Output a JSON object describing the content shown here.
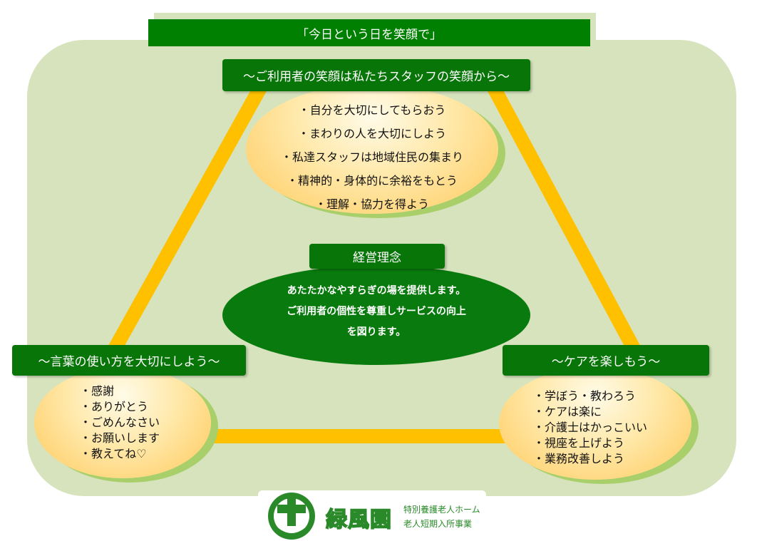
{
  "title": "「今日という日を笑顔で」",
  "top": {
    "label": "〜ご利用者の笑顔は私たちスタッフの笑顔から〜",
    "items": [
      "・自分を大切にしてもらおう",
      "・まわりの人を大切にしよう",
      "・私達スタッフは地域住民の集まり",
      "・精神的・身体的に余裕をもとう",
      "・理解・協力を得よう"
    ]
  },
  "center": {
    "label": "経営理念",
    "lines": [
      "あたたかなやすらぎの場を提供します。",
      "ご利用者の個性を尊重しサービスの向上",
      "を図ります。"
    ]
  },
  "left": {
    "label": "〜言葉の使い方を大切にしよう〜",
    "items": [
      "・感謝",
      "・ありがとう",
      "・ごめんなさい",
      "・お願いします",
      "・教えてね♡"
    ]
  },
  "right": {
    "label": "〜ケアを楽しもう〜",
    "items": [
      "・学ぼう・教わろう",
      "・ケアは楽に",
      "・介護士はかっこいい",
      "・視座を上げよう",
      "・業務改善しよう"
    ]
  },
  "logo": {
    "name": "緑風園",
    "sub1": "特別養護老人ホーム",
    "sub2": "老人短期入所事業"
  },
  "colors": {
    "panel": "#d6e3bc",
    "green": "#008000",
    "triangle": "#ffc000",
    "oval_shadow": "#a9cf6a"
  }
}
